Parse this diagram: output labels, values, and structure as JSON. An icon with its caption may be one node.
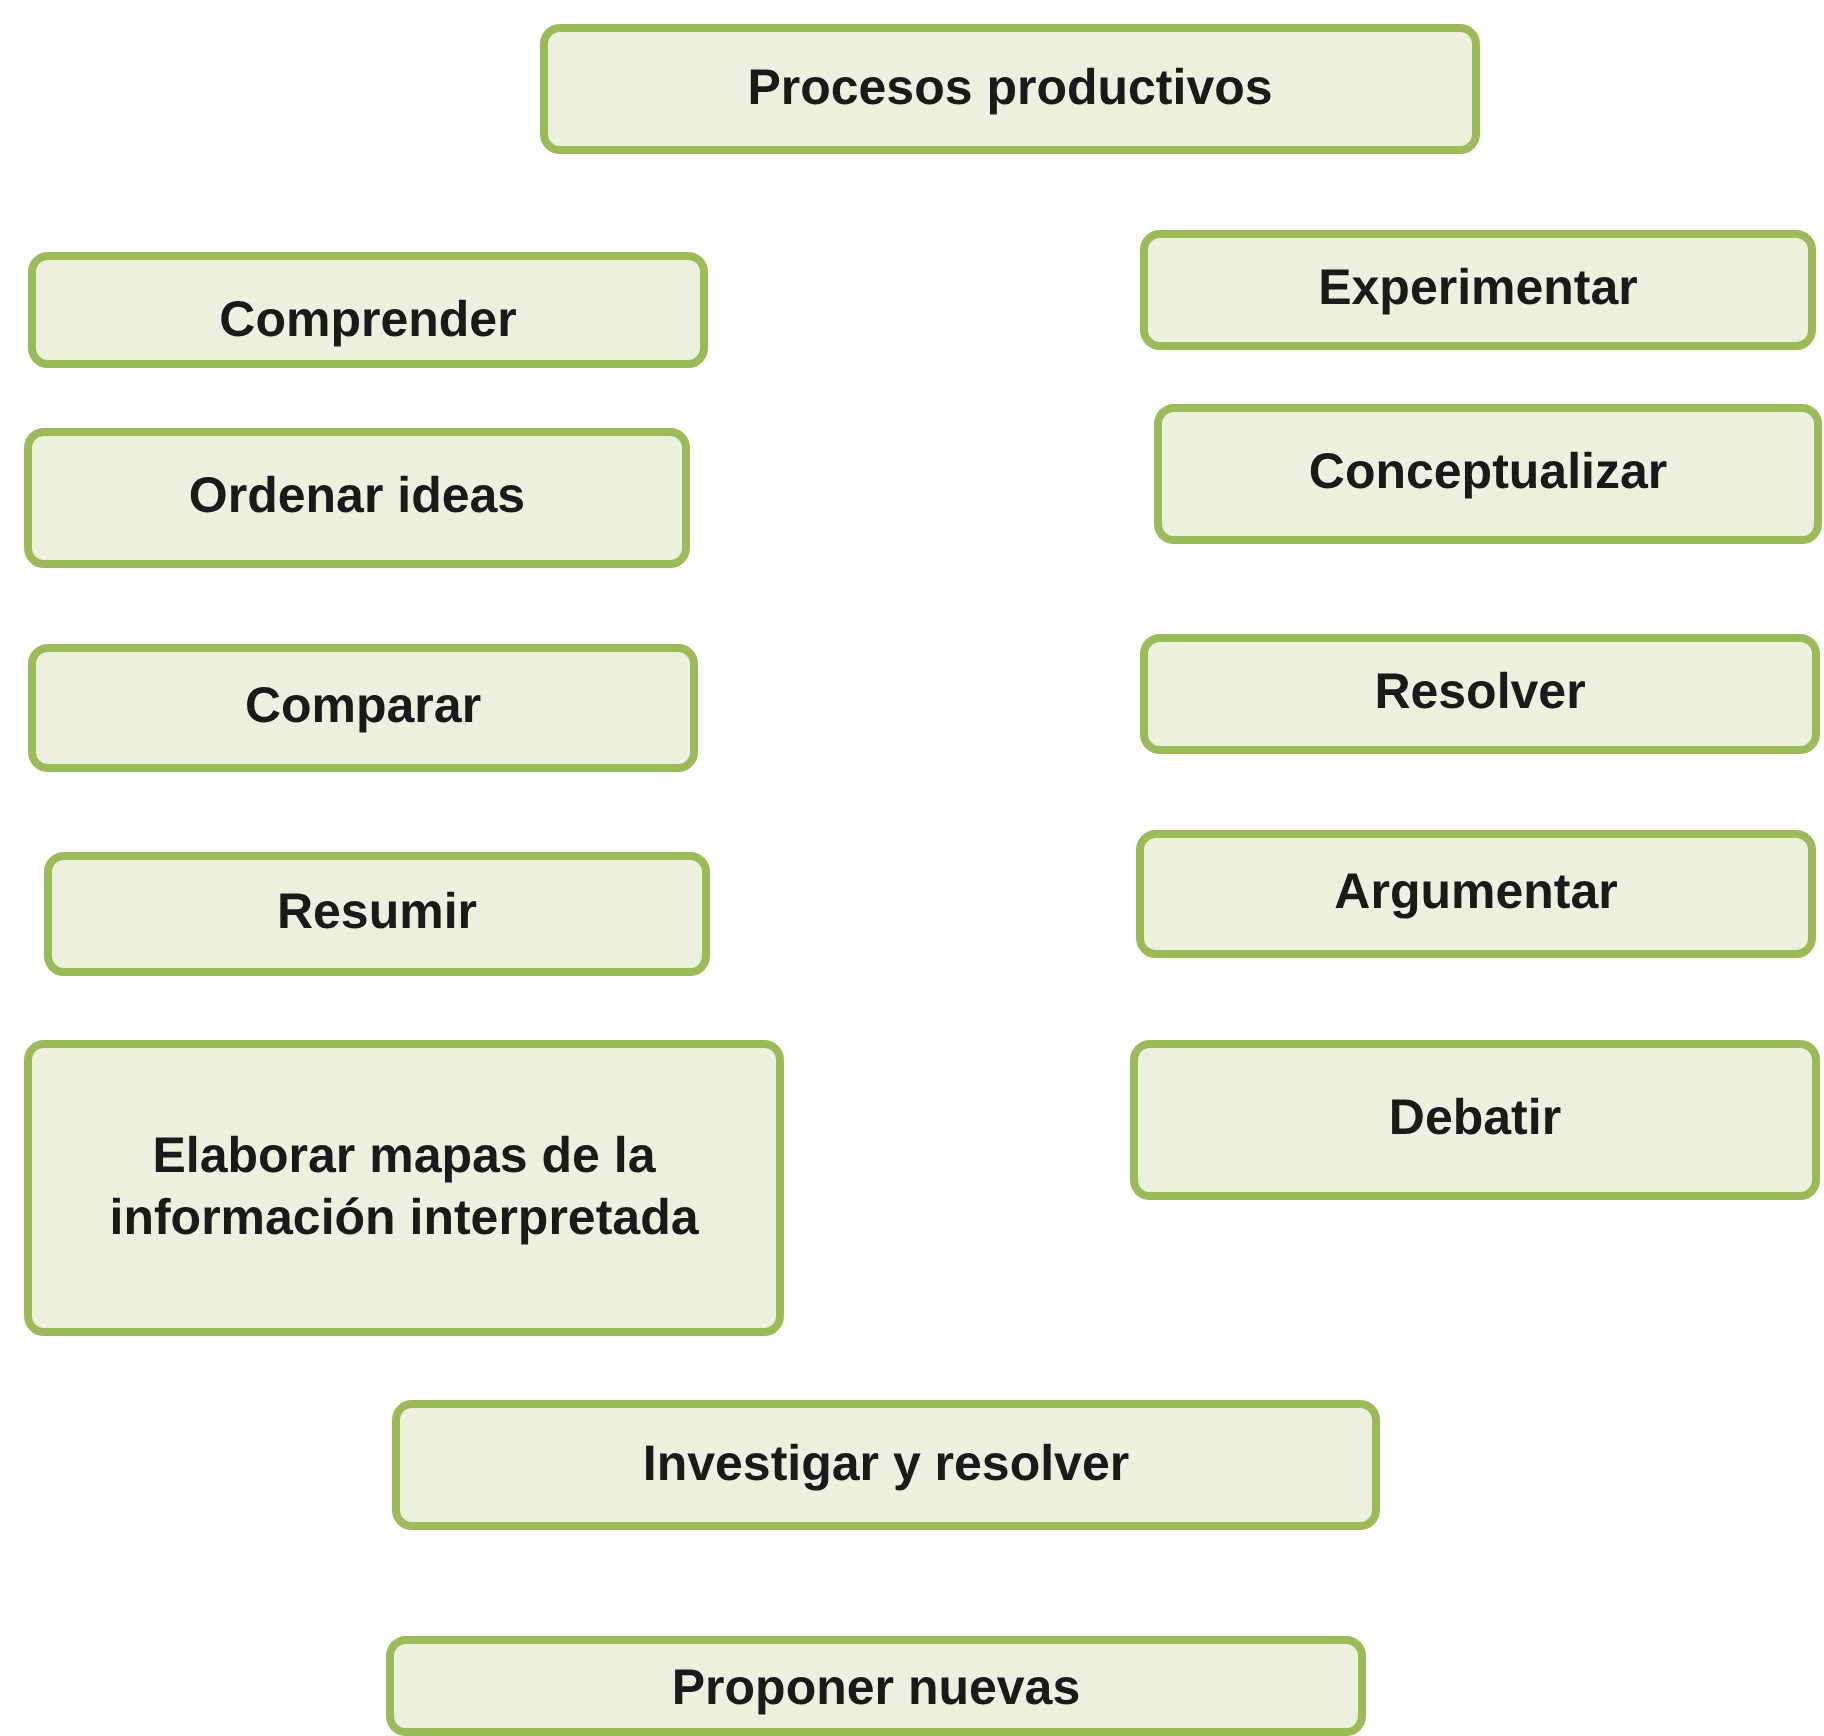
{
  "diagram": {
    "nodes": [
      {
        "text": [
          "Procesos productivos"
        ]
      },
      {
        "text": [
          "Comprender"
        ]
      },
      {
        "text": [
          "Ordenar ideas"
        ]
      },
      {
        "text": [
          "Comparar"
        ]
      },
      {
        "text": [
          "Resumir"
        ]
      },
      {
        "text": [
          "Elaborar mapas de la información interpretada"
        ]
      },
      {
        "text": [
          "Experimentar"
        ]
      },
      {
        "text": [
          "Conceptualizar"
        ]
      },
      {
        "text": [
          "Resolver"
        ]
      },
      {
        "text": [
          "Argumentar"
        ]
      },
      {
        "text": [
          "Debatir"
        ]
      },
      {
        "text": [
          "Investigar y resolver"
        ]
      },
      {
        "text": [
          "Proponer nuevas"
        ]
      }
    ]
  }
}
